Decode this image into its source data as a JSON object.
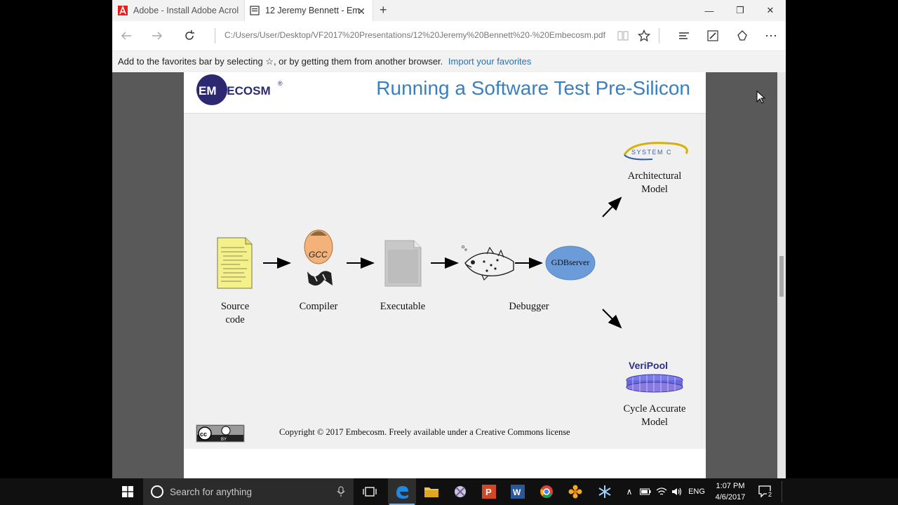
{
  "browser": {
    "tabs": [
      {
        "title": "Adobe - Install Adobe Acrol"
      },
      {
        "title": "12 Jeremy Bennett - Em"
      }
    ],
    "new_tab": "+",
    "window_controls": {
      "minimize": "—",
      "restore": "❐",
      "close": "✕"
    },
    "address": "C:/Users/User/Desktop/VF2017%20Presentations/12%20Jeremy%20Bennett%20-%20Embecosm.pdf",
    "favorites_bar": {
      "message": "Add to the favorites bar by selecting ☆, or by getting them from another browser.",
      "link": "Import your favorites"
    }
  },
  "slide": {
    "logo_text": "EMBECOSM",
    "logo_mark": "®",
    "title": "Running a Software Test Pre-Silicon",
    "flow": [
      {
        "label": "Source\ncode"
      },
      {
        "label": "Compiler",
        "icon_text": "GCC"
      },
      {
        "label": "Executable"
      },
      {
        "label": "Debugger"
      }
    ],
    "gdbserver_label": "GDBserver",
    "architectural": {
      "label": "Architectural\nModel",
      "logo_text": "SYSTEM C"
    },
    "cycle": {
      "label": "Cycle Accurate\nModel",
      "logo_text": "VeriPool"
    },
    "copyright": "Copyright © 2017 Embecosm. Freely available under a Creative Commons license",
    "cc_badge": {
      "cc": "cc",
      "by": "BY"
    }
  },
  "taskbar": {
    "search_placeholder": "Search for anything",
    "tray_language": "ENG",
    "time": "1:07 PM",
    "date": "4/6/2017",
    "notifications_count": "2"
  },
  "colors": {
    "title_blue": "#3a7fc0",
    "gdb_blue": "#6b9bd8",
    "link_blue": "#1a73c8",
    "embecosm_navy": "#2d2970"
  }
}
